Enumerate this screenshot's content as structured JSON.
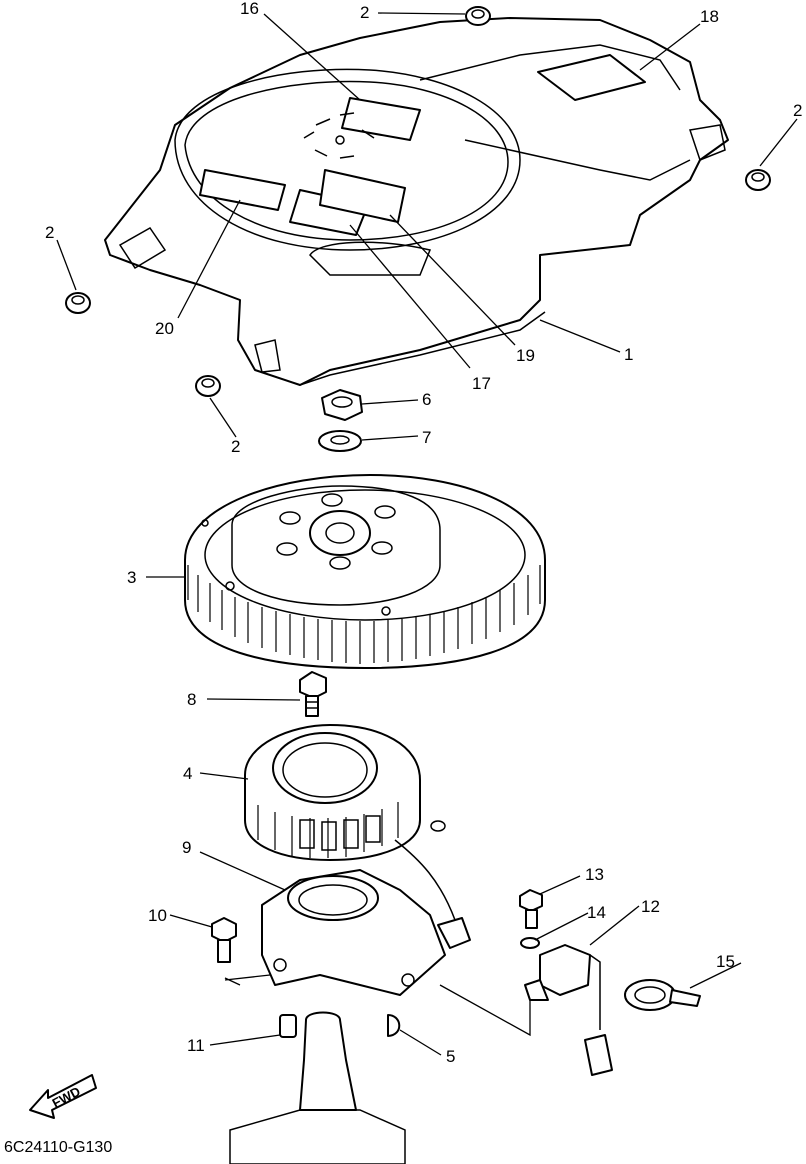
{
  "callouts": [
    {
      "id": "c16",
      "text": "16"
    },
    {
      "id": "c2a",
      "text": "2"
    },
    {
      "id": "c18",
      "text": "18"
    },
    {
      "id": "c2b",
      "text": "2"
    },
    {
      "id": "c2c",
      "text": "2"
    },
    {
      "id": "c20",
      "text": "20"
    },
    {
      "id": "c19",
      "text": "19"
    },
    {
      "id": "c1",
      "text": "1"
    },
    {
      "id": "c17",
      "text": "17"
    },
    {
      "id": "c6",
      "text": "6"
    },
    {
      "id": "c2d",
      "text": "2"
    },
    {
      "id": "c7",
      "text": "7"
    },
    {
      "id": "c3",
      "text": "3"
    },
    {
      "id": "c8",
      "text": "8"
    },
    {
      "id": "c4",
      "text": "4"
    },
    {
      "id": "c9",
      "text": "9"
    },
    {
      "id": "c13",
      "text": "13"
    },
    {
      "id": "c14",
      "text": "14"
    },
    {
      "id": "c12",
      "text": "12"
    },
    {
      "id": "c10",
      "text": "10"
    },
    {
      "id": "c15",
      "text": "15"
    },
    {
      "id": "c11",
      "text": "11"
    },
    {
      "id": "c5",
      "text": "5"
    }
  ],
  "fwd_label": "FWD",
  "diagram_code": "6C24110-G130"
}
